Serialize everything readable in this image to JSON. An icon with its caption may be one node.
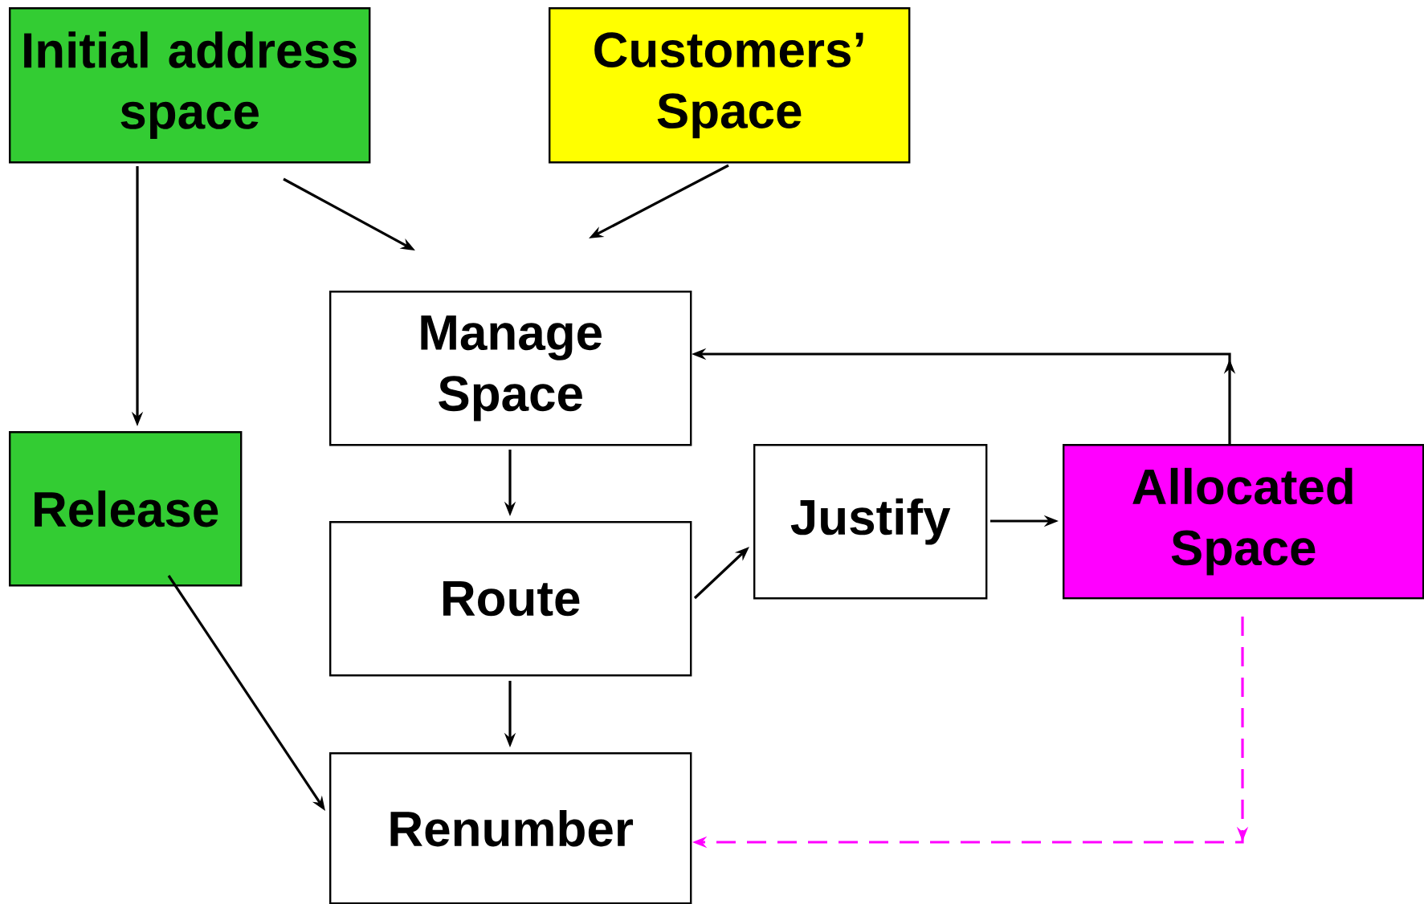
{
  "diagram": {
    "nodes": [
      {
        "text": [
          "Initial address space"
        ]
      },
      {
        "text": [
          "Customers’ Space"
        ]
      },
      {
        "text": [
          "Manage Space"
        ]
      },
      {
        "text": [
          "Release"
        ]
      },
      {
        "text": [
          "Route"
        ]
      },
      {
        "text": [
          "Justify"
        ]
      },
      {
        "text": [
          "Allocated Space"
        ]
      },
      {
        "text": [
          "Renumber"
        ]
      }
    ],
    "edges": [
      {
        "from": 0,
        "to": 3,
        "arrow": "to"
      },
      {
        "from": 0,
        "to": 2,
        "arrow": "to"
      },
      {
        "from": 1,
        "to": 2,
        "arrow": "to"
      },
      {
        "from": 2,
        "to": 4,
        "arrow": "to"
      },
      {
        "from": 4,
        "to": 5,
        "arrow": "to"
      },
      {
        "from": 5,
        "to": 6,
        "arrow": "to"
      },
      {
        "from": 6,
        "to": 2,
        "arrow": "to"
      },
      {
        "from": 4,
        "to": 7,
        "arrow": "to"
      },
      {
        "from": 3,
        "to": 7,
        "arrow": "to"
      },
      {
        "from": 6,
        "to": 7,
        "arrow": "to",
        "style": "dashed",
        "color": "#ff00ff"
      }
    ]
  }
}
